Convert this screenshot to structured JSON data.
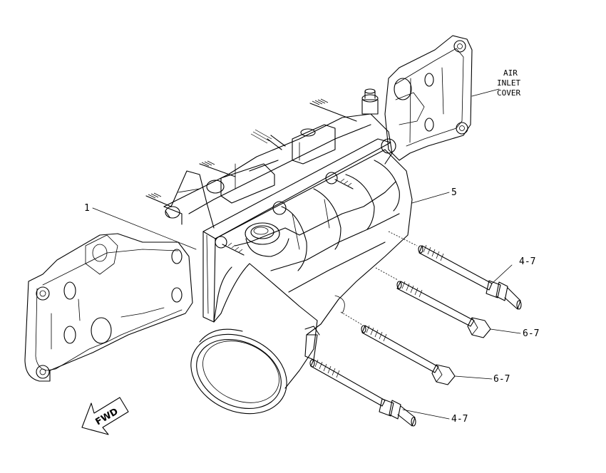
{
  "callouts": {
    "c1": "1",
    "c5": "5",
    "c47_upper": "4-7",
    "c67_upper": "6-7",
    "c67_lower": "6-7",
    "c47_lower": "4-7"
  },
  "air_inlet_cover": {
    "line1": "AIR",
    "line2": "INLET",
    "line3": "COVER"
  },
  "direction_arrow": {
    "label": "FWD"
  }
}
